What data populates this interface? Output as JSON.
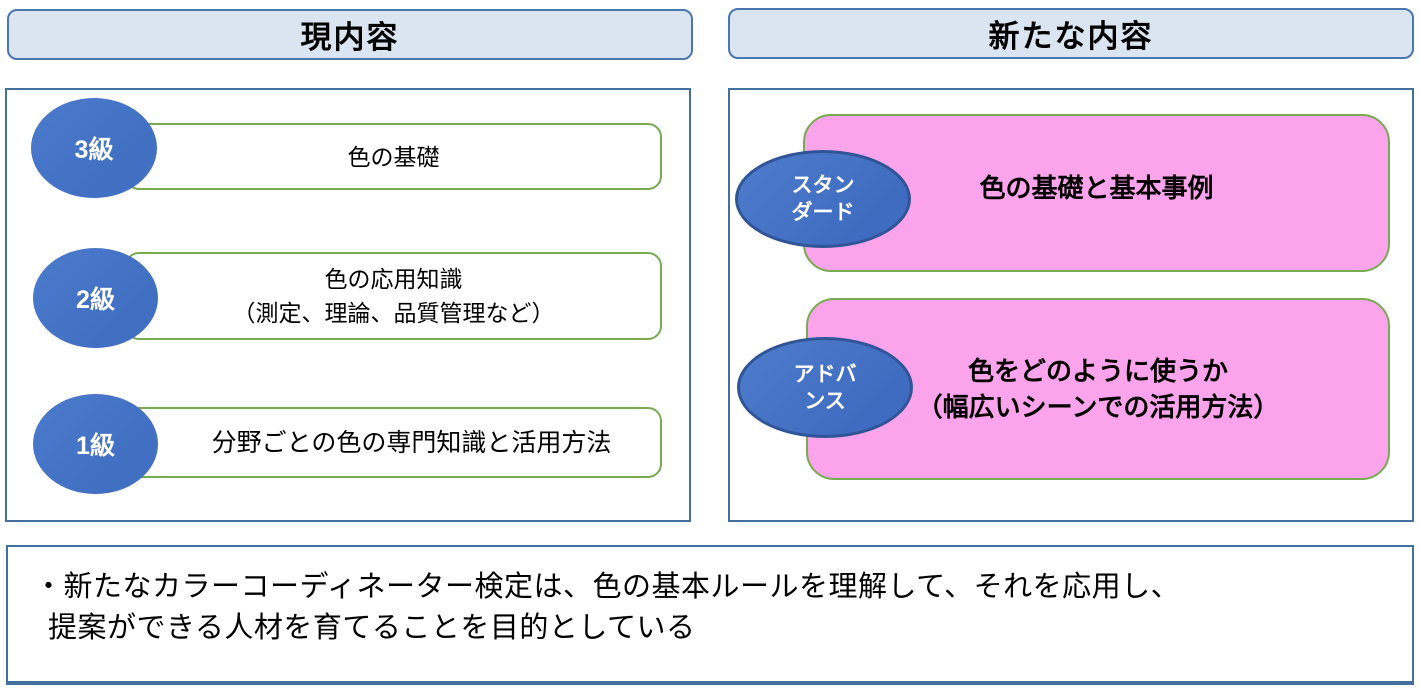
{
  "left": {
    "header": "現内容",
    "rows": [
      {
        "badge": "3級",
        "lines": [
          "色の基礎"
        ]
      },
      {
        "badge": "2級",
        "lines": [
          "色の応用知識",
          "（測定、理論、品質管理など）"
        ]
      },
      {
        "badge": "1級",
        "lines": [
          "分野ごとの色の専門知識と活用方法"
        ]
      }
    ]
  },
  "right": {
    "header": "新たな内容",
    "rows": [
      {
        "badge_lines": [
          "スタン",
          "ダード"
        ],
        "lines": [
          "色の基礎と基本事例"
        ]
      },
      {
        "badge_lines": [
          "アドバ",
          "ンス"
        ],
        "lines": [
          "色をどのように使うか",
          "（幅広いシーンでの活用方法）"
        ]
      }
    ]
  },
  "note": {
    "lines": [
      "・新たなカラーコーディネーター検定は、色の基本ルールを理解して、それを応用し、",
      "提案ができる人材を育てることを目的としている"
    ]
  },
  "colors": {
    "badge_blue": "#4473c6",
    "badge_border_blue": "#2f5597",
    "header_fill": "#dbe4f1",
    "header_border": "#4a77ad",
    "panel_border": "#44709d",
    "green_border": "#78ab51",
    "pink_fill": "#fba4ec"
  }
}
